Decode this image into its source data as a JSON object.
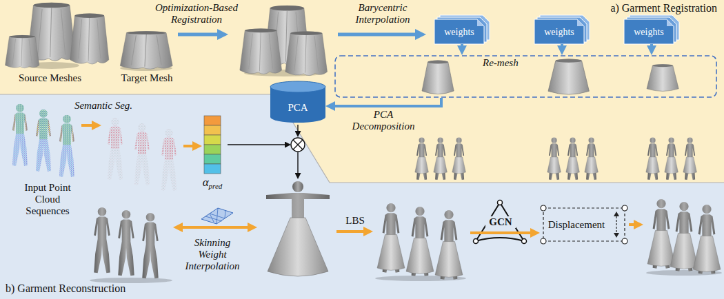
{
  "diagram": {
    "nodes": [
      {
        "text": [
          "a) Garment Registration"
        ]
      },
      {
        "text": [
          "b) Garment Reconstruction"
        ]
      },
      {
        "text": [
          "weights"
        ],
        "in": 0
      },
      {
        "text": [
          "weights"
        ],
        "in": 0
      },
      {
        "text": [
          "weights"
        ],
        "in": 0
      },
      {
        "text": [
          "Re-mesh"
        ],
        "in": 0
      },
      {
        "text": [
          "PCA"
        ],
        "in": 0
      },
      {
        "text": [
          "α",
          "pred"
        ],
        "in": 1
      },
      {
        "text": [
          "Displacement"
        ],
        "in": 1
      }
    ],
    "edges": [
      {
        "from": 2,
        "to": 5,
        "arrow": "to"
      },
      {
        "from": 3,
        "to": 5,
        "arrow": "to"
      },
      {
        "from": 4,
        "to": 5,
        "arrow": "to"
      },
      {
        "from": 5,
        "to": 6,
        "label": "PCA Decomposition",
        "arrow": "to"
      }
    ],
    "labels": [
      "Source Meshes",
      "Target Mesh",
      "Optimization-Based Registration",
      "Barycentric Interpolation",
      "Input Point Cloud Sequences",
      "Semantic Seg.",
      "Skinning Weight Interpolation",
      "LBS",
      "GCN"
    ]
  }
}
